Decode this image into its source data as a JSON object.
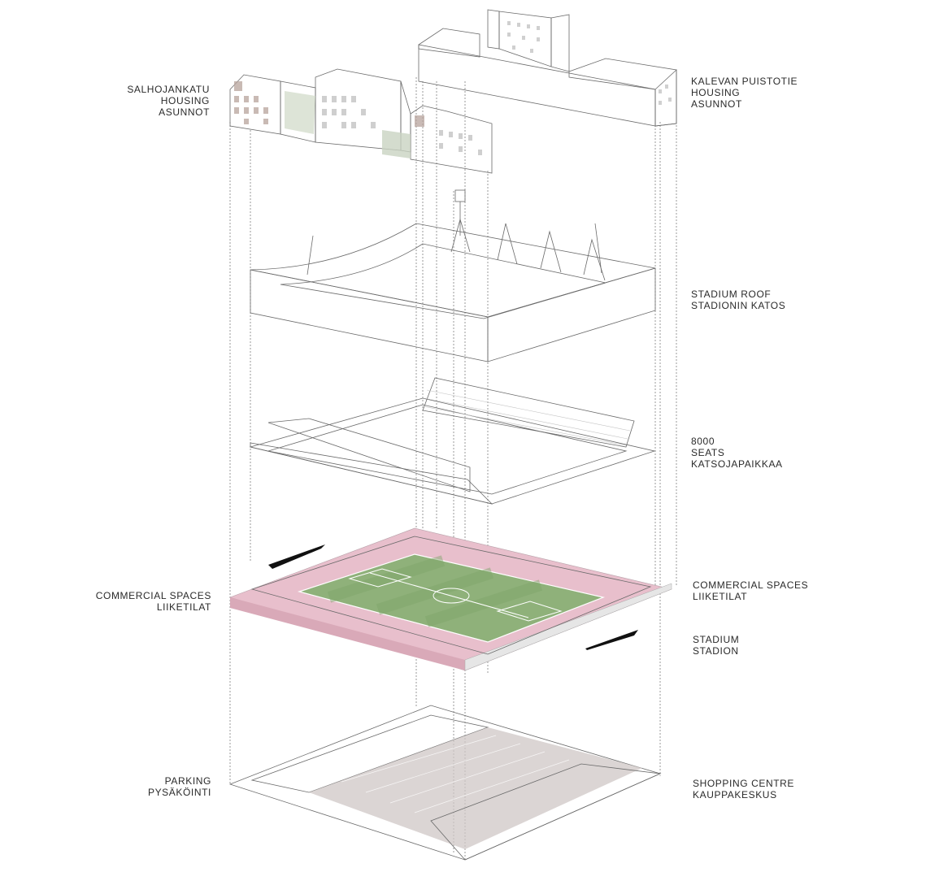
{
  "labels": {
    "salhojankatu": [
      "SALHOJANKATU",
      "HOUSING",
      "ASUNNOT"
    ],
    "kalevan": [
      "KALEVAN PUISTOTIE",
      "HOUSING",
      "ASUNNOT"
    ],
    "roof": [
      "STADIUM ROOF",
      "STADIONIN KATOS"
    ],
    "seats": [
      "8000",
      "SEATS",
      "KATSOJAPAIKKAA"
    ],
    "commercial_left": [
      "COMMERCIAL SPACES",
      "LIIKETILAT"
    ],
    "commercial_right": [
      "COMMERCIAL SPACES",
      "LIIKETILAT"
    ],
    "stadium": [
      "STADIUM",
      "STADION"
    ],
    "parking": [
      "PARKING",
      "PYSÄKÖINTI"
    ],
    "shopping": [
      "SHOPPING CENTRE",
      "KAUPPAKESKUS"
    ]
  },
  "colors": {
    "commercial": "#e8bfcc",
    "shopping": "#efc4b4",
    "pitch": "#8fb17a",
    "pitch_dark": "#7ea46a",
    "structure": "#f4f4f4",
    "shadow": "#d2d2d2",
    "arrow": "#111111"
  }
}
